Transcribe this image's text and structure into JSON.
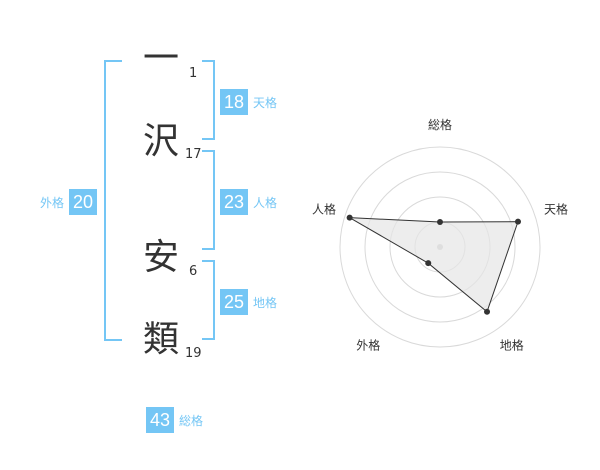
{
  "name": {
    "chars": [
      {
        "char": "一",
        "strokes": "1"
      },
      {
        "char": "沢",
        "strokes": "17"
      },
      {
        "char": "安",
        "strokes": "6"
      },
      {
        "char": "類",
        "strokes": "19"
      }
    ]
  },
  "fortunes": {
    "tenkaku": {
      "value": "18",
      "label": "天格"
    },
    "jinkaku": {
      "value": "23",
      "label": "人格"
    },
    "chikaku": {
      "value": "25",
      "label": "地格"
    },
    "gaikaku": {
      "value": "20",
      "label": "外格"
    },
    "soukaku": {
      "value": "43",
      "label": "総格"
    }
  },
  "radar": {
    "axes": [
      "総格",
      "天格",
      "地格",
      "外格",
      "人格"
    ],
    "values": [
      0.25,
      0.82,
      0.8,
      0.2,
      0.95
    ],
    "rings": 4,
    "colors": {
      "grid": "#d9d9d9",
      "fill": "#e6e6e6",
      "line": "#333333",
      "point": "#333333"
    }
  },
  "colors": {
    "accent": "#74c6f5",
    "text": "#333333"
  }
}
